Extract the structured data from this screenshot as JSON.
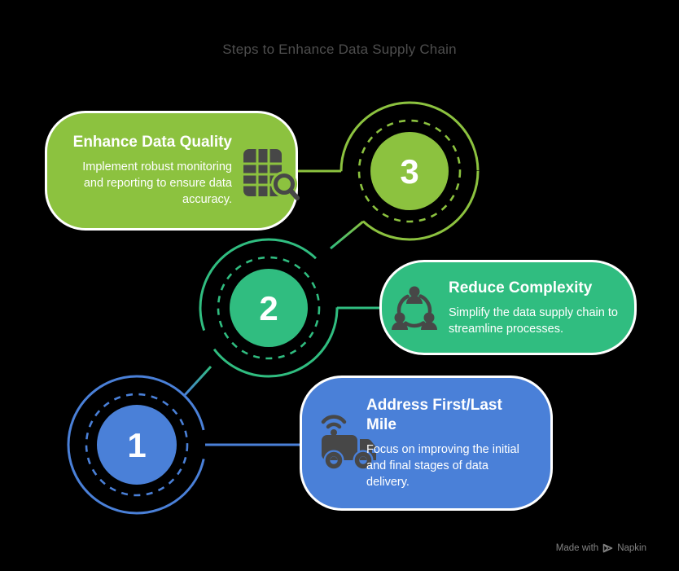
{
  "title": "Steps to Enhance Data Supply Chain",
  "colors": {
    "background": "#000000",
    "lime": "#8cc23f",
    "emerald": "#30bd80",
    "blue": "#4a80d8",
    "icon_gray": "#474747",
    "card_text": "#ffffff",
    "title_text": "#4e4e4e",
    "watermark_text": "#828282"
  },
  "steps": [
    {
      "number": "1",
      "title": "Address First/Last Mile",
      "description": "Focus on improving the initial and final stages of data delivery.",
      "icon": "delivery-truck-wifi-icon",
      "color": "#4a80d8"
    },
    {
      "number": "2",
      "title": "Reduce Complexity",
      "description": "Simplify the data supply chain to streamline processes.",
      "icon": "people-network-icon",
      "color": "#30bd80"
    },
    {
      "number": "3",
      "title": "Enhance Data Quality",
      "description": "Implement robust monitoring and reporting to ensure data accuracy.",
      "icon": "table-search-icon",
      "color": "#8cc23f"
    }
  ],
  "watermark": {
    "prefix": "Made with",
    "brand": "Napkin"
  }
}
